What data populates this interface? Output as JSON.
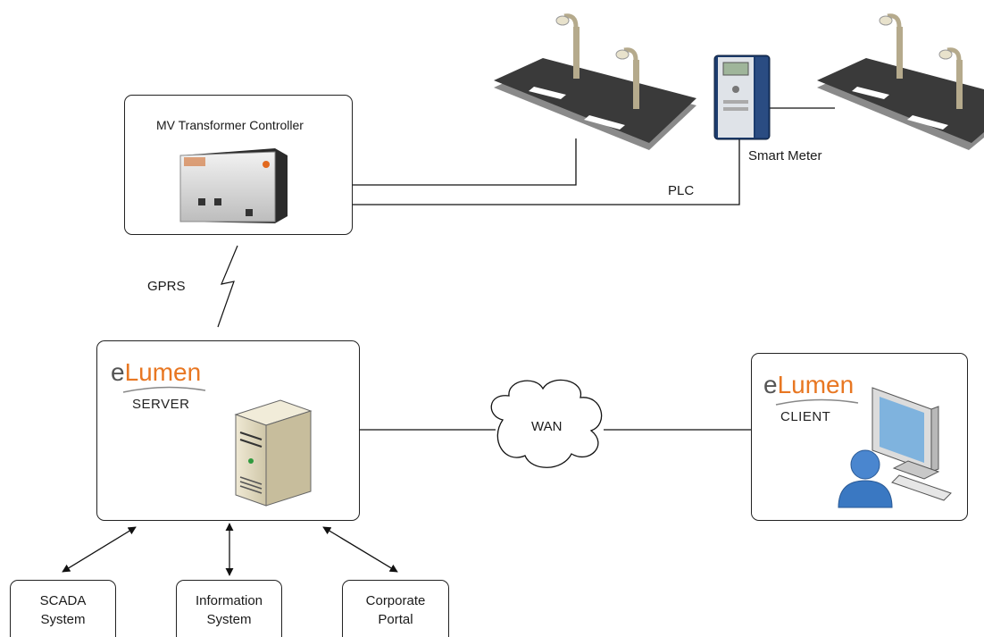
{
  "labels": {
    "transformer_title": "MV Transformer Controller",
    "smart_meter": "Smart Meter",
    "plc": "PLC",
    "gprs": "GPRS",
    "wan": "WAN",
    "server": "SERVER",
    "client": "CLIENT",
    "logo_e": "e",
    "logo_lumen": "Lumen",
    "scada_line1": "SCADA",
    "scada_line2": "System",
    "info_line1": "Information",
    "info_line2": "System",
    "portal_line1": "Corporate",
    "portal_line2": "Portal"
  },
  "colors": {
    "brand_orange": "#e87722",
    "brand_gray": "#555555",
    "road": "#3a3a3a",
    "monitor": "#d8d8d8",
    "user_blue": "#3a78c2"
  },
  "icons": [
    "street-light-icon",
    "road-icon",
    "smart-meter-icon",
    "transformer-controller-icon",
    "server-tower-icon",
    "computer-monitor-icon",
    "user-icon",
    "cloud-icon",
    "lightning-bolt-icon"
  ]
}
